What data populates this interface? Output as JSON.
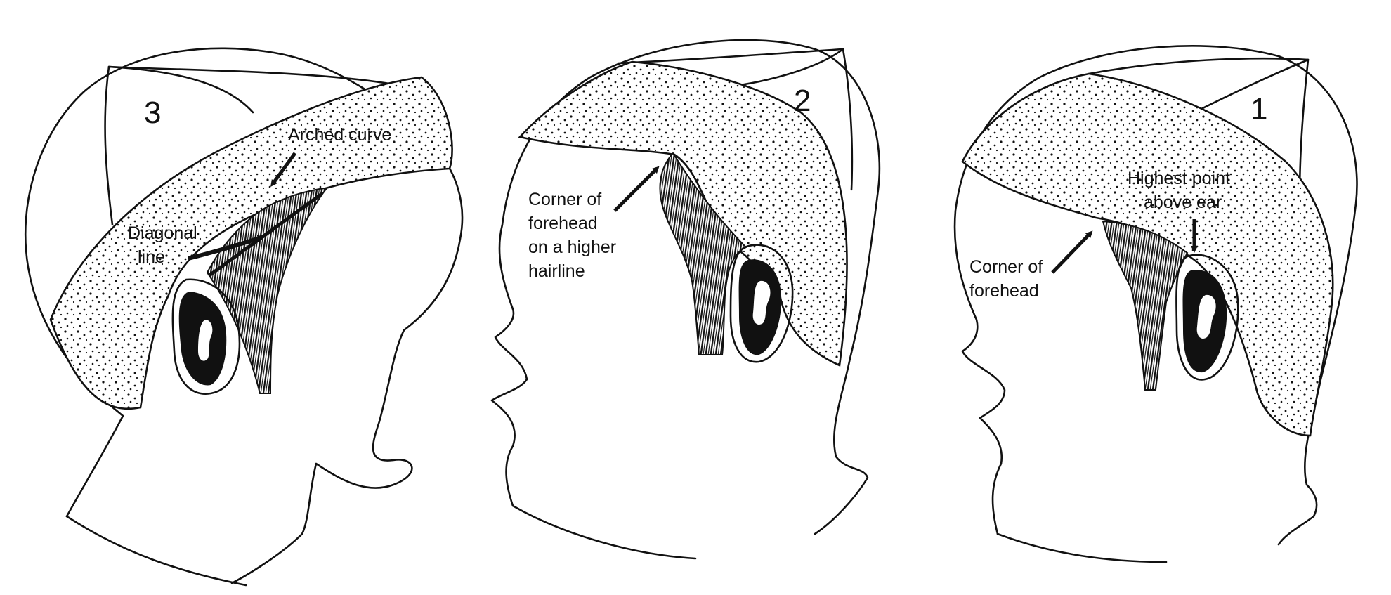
{
  "panels": [
    {
      "number": "3",
      "labels": [
        "Arched curve",
        "Diagonal",
        "line"
      ]
    },
    {
      "number": "2",
      "labels": [
        "Corner of",
        "forehead",
        "on a higher",
        "hairline"
      ]
    },
    {
      "number": "1",
      "labels": [
        "Highest point",
        "above ear",
        "Corner of",
        "forehead"
      ]
    }
  ],
  "colors": {
    "ink": "#111111",
    "background": "#ffffff"
  }
}
